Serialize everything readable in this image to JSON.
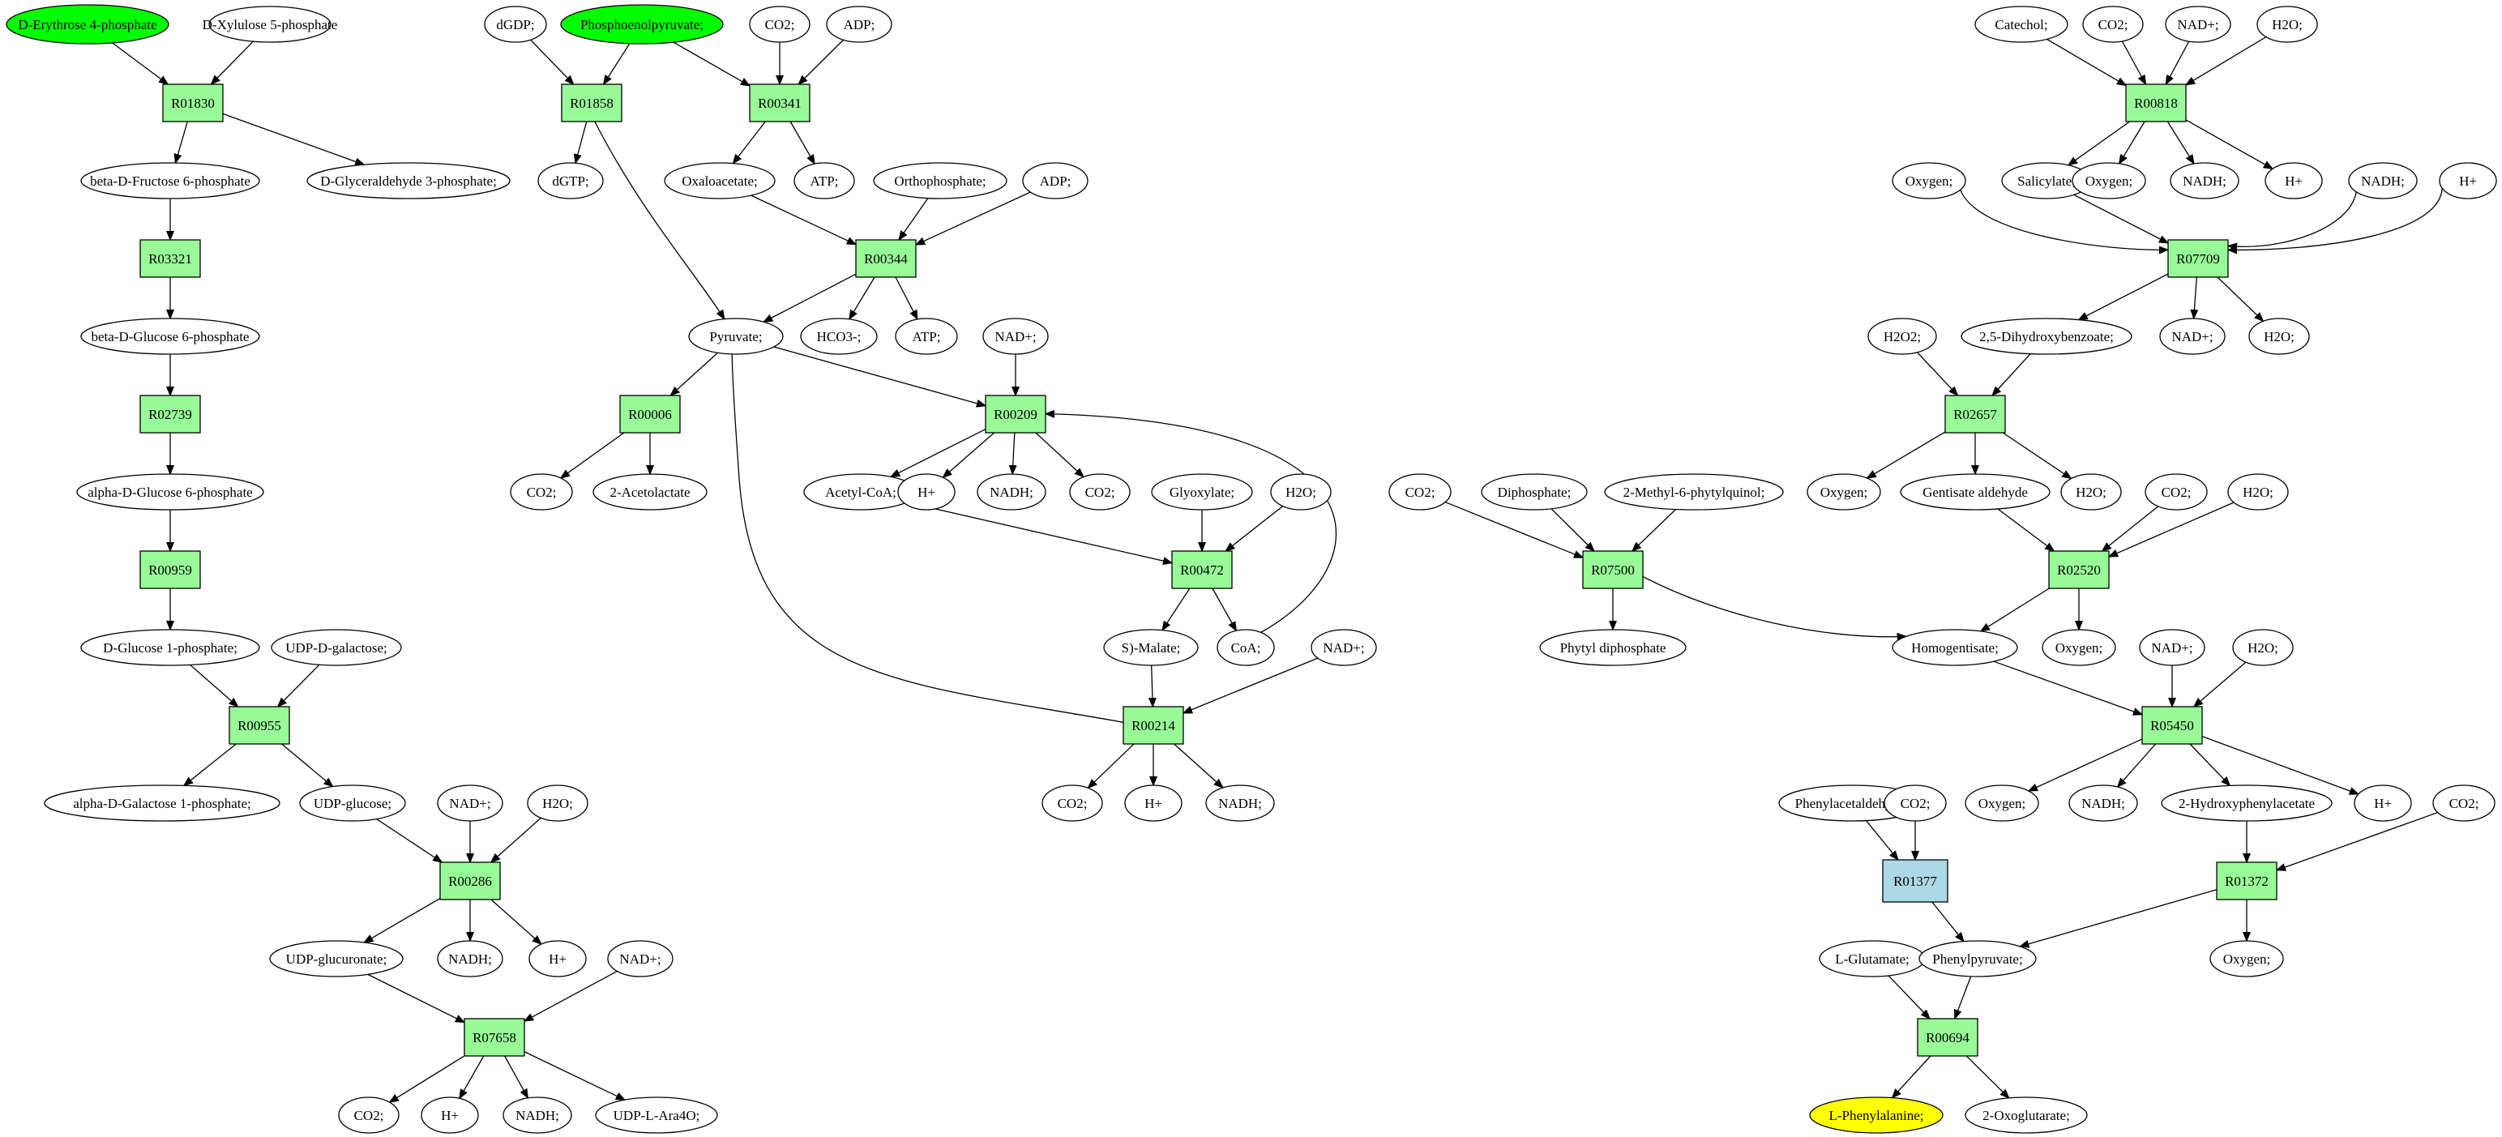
{
  "diagram": {
    "colors": {
      "reaction": "#98fb98",
      "reaction_alt": "#add8e6",
      "source": "#00ff00",
      "target": "#ffff00",
      "metabolite": "#ffffff"
    },
    "nodes": [
      {
        "id": "m_e4p",
        "label": "D-Erythrose 4-phosphate",
        "kind": "compound",
        "fill": "source"
      },
      {
        "id": "m_x5p",
        "label": "D-Xylulose 5-phosphate",
        "kind": "compound"
      },
      {
        "id": "r_R01830",
        "label": "R01830",
        "kind": "reaction"
      },
      {
        "id": "m_bfru6p",
        "label": "beta-D-Fructose 6-phosphate",
        "kind": "compound"
      },
      {
        "id": "m_gap",
        "label": "D-Glyceraldehyde 3-phosphate;",
        "kind": "compound"
      },
      {
        "id": "r_R03321",
        "label": "R03321",
        "kind": "reaction"
      },
      {
        "id": "m_bglc6p",
        "label": "beta-D-Glucose 6-phosphate",
        "kind": "compound"
      },
      {
        "id": "r_R02739",
        "label": "R02739",
        "kind": "reaction"
      },
      {
        "id": "m_aglc6p",
        "label": "alpha-D-Glucose 6-phosphate",
        "kind": "compound"
      },
      {
        "id": "r_R00959",
        "label": "R00959",
        "kind": "reaction"
      },
      {
        "id": "m_glc1p",
        "label": "D-Glucose 1-phosphate;",
        "kind": "compound"
      },
      {
        "id": "m_udpgal",
        "label": "UDP-D-galactose;",
        "kind": "compound"
      },
      {
        "id": "r_R00955",
        "label": "R00955",
        "kind": "reaction"
      },
      {
        "id": "m_agal1p",
        "label": "alpha-D-Galactose 1-phosphate;",
        "kind": "compound"
      },
      {
        "id": "m_udpglc",
        "label": "UDP-glucose;",
        "kind": "compound"
      },
      {
        "id": "m_nad_a",
        "label": "NAD+;",
        "kind": "compound"
      },
      {
        "id": "m_h2o_a",
        "label": "H2O;",
        "kind": "compound"
      },
      {
        "id": "r_R00286",
        "label": "R00286",
        "kind": "reaction"
      },
      {
        "id": "m_udpglcua",
        "label": "UDP-glucuronate;",
        "kind": "compound"
      },
      {
        "id": "m_nadh_a",
        "label": "NADH;",
        "kind": "compound"
      },
      {
        "id": "m_h_a",
        "label": "H+",
        "kind": "compound"
      },
      {
        "id": "m_nad_b",
        "label": "NAD+;",
        "kind": "compound"
      },
      {
        "id": "r_R07658",
        "label": "R07658",
        "kind": "reaction"
      },
      {
        "id": "m_co2_a",
        "label": "CO2;",
        "kind": "compound"
      },
      {
        "id": "m_h_b",
        "label": "H+",
        "kind": "compound"
      },
      {
        "id": "m_nadh_b",
        "label": "NADH;",
        "kind": "compound"
      },
      {
        "id": "m_udpara",
        "label": "UDP-L-Ara4O;",
        "kind": "compound"
      },
      {
        "id": "m_dgdp",
        "label": "dGDP;",
        "kind": "compound"
      },
      {
        "id": "m_pep",
        "label": "Phosphoenolpyruvate;",
        "kind": "compound",
        "fill": "source"
      },
      {
        "id": "m_co2_b",
        "label": "CO2;",
        "kind": "compound"
      },
      {
        "id": "m_adp_a",
        "label": "ADP;",
        "kind": "compound"
      },
      {
        "id": "r_R01858",
        "label": "R01858",
        "kind": "reaction"
      },
      {
        "id": "r_R00341",
        "label": "R00341",
        "kind": "reaction"
      },
      {
        "id": "m_dgtp",
        "label": "dGTP;",
        "kind": "compound"
      },
      {
        "id": "m_oaa",
        "label": "Oxaloacetate;",
        "kind": "compound"
      },
      {
        "id": "m_atp_a",
        "label": "ATP;",
        "kind": "compound"
      },
      {
        "id": "m_pi",
        "label": "Orthophosphate;",
        "kind": "compound"
      },
      {
        "id": "m_adp_b",
        "label": "ADP;",
        "kind": "compound"
      },
      {
        "id": "r_R00344",
        "label": "R00344",
        "kind": "reaction"
      },
      {
        "id": "m_pyr",
        "label": "Pyruvate;",
        "kind": "compound"
      },
      {
        "id": "m_hco3",
        "label": "HCO3-;",
        "kind": "compound"
      },
      {
        "id": "m_atp_b",
        "label": "ATP;",
        "kind": "compound"
      },
      {
        "id": "m_nad_c",
        "label": "NAD+;",
        "kind": "compound"
      },
      {
        "id": "r_R00006",
        "label": "R00006",
        "kind": "reaction"
      },
      {
        "id": "r_R00209",
        "label": "R00209",
        "kind": "reaction"
      },
      {
        "id": "m_co2_c",
        "label": "CO2;",
        "kind": "compound"
      },
      {
        "id": "m_acetolac",
        "label": "2-Acetolactate",
        "kind": "compound"
      },
      {
        "id": "m_accoa",
        "label": "Acetyl-CoA;",
        "kind": "compound"
      },
      {
        "id": "m_h_c",
        "label": "H+",
        "kind": "compound"
      },
      {
        "id": "m_nadh_c",
        "label": "NADH;",
        "kind": "compound"
      },
      {
        "id": "m_co2_d",
        "label": "CO2;",
        "kind": "compound"
      },
      {
        "id": "m_glyox",
        "label": "Glyoxylate;",
        "kind": "compound"
      },
      {
        "id": "m_h2o_b",
        "label": "H2O;",
        "kind": "compound"
      },
      {
        "id": "r_R00472",
        "label": "R00472",
        "kind": "reaction"
      },
      {
        "id": "m_smal",
        "label": "S)-Malate;",
        "kind": "compound"
      },
      {
        "id": "m_coa",
        "label": "CoA;",
        "kind": "compound"
      },
      {
        "id": "m_nad_d",
        "label": "NAD+;",
        "kind": "compound"
      },
      {
        "id": "r_R00214",
        "label": "R00214",
        "kind": "reaction"
      },
      {
        "id": "m_co2_e",
        "label": "CO2;",
        "kind": "compound"
      },
      {
        "id": "m_h_d",
        "label": "H+",
        "kind": "compound"
      },
      {
        "id": "m_nadh_d",
        "label": "NADH;",
        "kind": "compound"
      },
      {
        "id": "m_co2_f",
        "label": "CO2;",
        "kind": "compound"
      },
      {
        "id": "m_ppi",
        "label": "Diphosphate;",
        "kind": "compound"
      },
      {
        "id": "m_mpq",
        "label": "2-Methyl-6-phytylquinol;",
        "kind": "compound"
      },
      {
        "id": "r_R07500",
        "label": "R07500",
        "kind": "reaction"
      },
      {
        "id": "m_phytpp",
        "label": "Phytyl diphosphate",
        "kind": "compound"
      },
      {
        "id": "m_catechol",
        "label": "Catechol;",
        "kind": "compound"
      },
      {
        "id": "m_co2_g",
        "label": "CO2;",
        "kind": "compound"
      },
      {
        "id": "m_nad_e",
        "label": "NAD+;",
        "kind": "compound"
      },
      {
        "id": "m_h2o_c",
        "label": "H2O;",
        "kind": "compound"
      },
      {
        "id": "r_R00818",
        "label": "R00818",
        "kind": "reaction"
      },
      {
        "id": "m_o2_a",
        "label": "Oxygen;",
        "kind": "compound"
      },
      {
        "id": "m_sal",
        "label": "Salicylate;",
        "kind": "compound"
      },
      {
        "id": "m_o2_b",
        "label": "Oxygen;",
        "kind": "compound"
      },
      {
        "id": "m_nadh_e",
        "label": "NADH;",
        "kind": "compound"
      },
      {
        "id": "m_h_e",
        "label": "H+",
        "kind": "compound"
      },
      {
        "id": "m_nadh_f",
        "label": "NADH;",
        "kind": "compound"
      },
      {
        "id": "m_h_f",
        "label": "H+",
        "kind": "compound"
      },
      {
        "id": "r_R07709",
        "label": "R07709",
        "kind": "reaction"
      },
      {
        "id": "m_h2o2",
        "label": "H2O2;",
        "kind": "compound"
      },
      {
        "id": "m_dhb",
        "label": "2,5-Dihydroxybenzoate;",
        "kind": "compound"
      },
      {
        "id": "m_nad_f",
        "label": "NAD+;",
        "kind": "compound"
      },
      {
        "id": "m_h2o_d",
        "label": "H2O;",
        "kind": "compound"
      },
      {
        "id": "r_R02657",
        "label": "R02657",
        "kind": "reaction"
      },
      {
        "id": "m_o2_c",
        "label": "Oxygen;",
        "kind": "compound"
      },
      {
        "id": "m_gentald",
        "label": "Gentisate aldehyde",
        "kind": "compound"
      },
      {
        "id": "m_h2o_e",
        "label": "H2O;",
        "kind": "compound"
      },
      {
        "id": "m_co2_h",
        "label": "CO2;",
        "kind": "compound"
      },
      {
        "id": "m_h2o_f",
        "label": "H2O;",
        "kind": "compound"
      },
      {
        "id": "r_R02520",
        "label": "R02520",
        "kind": "reaction"
      },
      {
        "id": "m_hga",
        "label": "Homogentisate;",
        "kind": "compound"
      },
      {
        "id": "m_o2_d",
        "label": "Oxygen;",
        "kind": "compound"
      },
      {
        "id": "m_nad_g",
        "label": "NAD+;",
        "kind": "compound"
      },
      {
        "id": "m_h2o_g",
        "label": "H2O;",
        "kind": "compound"
      },
      {
        "id": "r_R05450",
        "label": "R05450",
        "kind": "reaction"
      },
      {
        "id": "m_o2_e",
        "label": "Oxygen;",
        "kind": "compound"
      },
      {
        "id": "m_nadh_g",
        "label": "NADH;",
        "kind": "compound"
      },
      {
        "id": "m_2hpa",
        "label": "2-Hydroxyphenylacetate",
        "kind": "compound"
      },
      {
        "id": "m_h_g",
        "label": "H+",
        "kind": "compound"
      },
      {
        "id": "m_phald",
        "label": "Phenylacetaldehyde;",
        "kind": "compound"
      },
      {
        "id": "m_co2_i",
        "label": "CO2;",
        "kind": "compound"
      },
      {
        "id": "m_co2_j",
        "label": "CO2;",
        "kind": "compound"
      },
      {
        "id": "r_R01377",
        "label": "R01377",
        "kind": "reaction",
        "fill": "reaction_alt"
      },
      {
        "id": "r_R01372",
        "label": "R01372",
        "kind": "reaction"
      },
      {
        "id": "m_lglu",
        "label": "L-Glutamate;",
        "kind": "compound"
      },
      {
        "id": "m_phpyr",
        "label": "Phenylpyruvate;",
        "kind": "compound"
      },
      {
        "id": "m_o2_f",
        "label": "Oxygen;",
        "kind": "compound"
      },
      {
        "id": "r_R00694",
        "label": "R00694",
        "kind": "reaction"
      },
      {
        "id": "m_lphe",
        "label": "L-Phenylalanine;",
        "kind": "compound",
        "fill": "target"
      },
      {
        "id": "m_2og",
        "label": "2-Oxoglutarate;",
        "kind": "compound"
      }
    ],
    "edges": [
      [
        "m_e4p",
        "r_R01830"
      ],
      [
        "m_x5p",
        "r_R01830"
      ],
      [
        "r_R01830",
        "m_bfru6p"
      ],
      [
        "r_R01830",
        "m_gap"
      ],
      [
        "m_bfru6p",
        "r_R03321"
      ],
      [
        "r_R03321",
        "m_bglc6p"
      ],
      [
        "m_bglc6p",
        "r_R02739"
      ],
      [
        "r_R02739",
        "m_aglc6p"
      ],
      [
        "m_aglc6p",
        "r_R00959"
      ],
      [
        "r_R00959",
        "m_glc1p"
      ],
      [
        "m_glc1p",
        "r_R00955"
      ],
      [
        "m_udpgal",
        "r_R00955"
      ],
      [
        "r_R00955",
        "m_agal1p"
      ],
      [
        "r_R00955",
        "m_udpglc"
      ],
      [
        "m_udpglc",
        "r_R00286"
      ],
      [
        "m_nad_a",
        "r_R00286"
      ],
      [
        "m_h2o_a",
        "r_R00286"
      ],
      [
        "r_R00286",
        "m_udpglcua"
      ],
      [
        "r_R00286",
        "m_nadh_a"
      ],
      [
        "r_R00286",
        "m_h_a"
      ],
      [
        "m_udpglcua",
        "r_R07658"
      ],
      [
        "m_nad_b",
        "r_R07658"
      ],
      [
        "r_R07658",
        "m_co2_a"
      ],
      [
        "r_R07658",
        "m_h_b"
      ],
      [
        "r_R07658",
        "m_nadh_b"
      ],
      [
        "r_R07658",
        "m_udpara"
      ],
      [
        "m_dgdp",
        "r_R01858"
      ],
      [
        "m_pep",
        "r_R01858"
      ],
      [
        "m_pep",
        "r_R00341"
      ],
      [
        "m_co2_b",
        "r_R00341"
      ],
      [
        "m_adp_a",
        "r_R00341"
      ],
      [
        "r_R01858",
        "m_dgtp"
      ],
      [
        "r_R01858",
        "m_pyr"
      ],
      [
        "r_R00341",
        "m_oaa"
      ],
      [
        "r_R00341",
        "m_atp_a"
      ],
      [
        "m_oaa",
        "r_R00344"
      ],
      [
        "m_pi",
        "r_R00344"
      ],
      [
        "m_adp_b",
        "r_R00344"
      ],
      [
        "r_R00344",
        "m_pyr"
      ],
      [
        "r_R00344",
        "m_hco3"
      ],
      [
        "r_R00344",
        "m_atp_b"
      ],
      [
        "m_pyr",
        "r_R00006"
      ],
      [
        "m_pyr",
        "r_R00209"
      ],
      [
        "m_nad_c",
        "r_R00209"
      ],
      [
        "r_R00006",
        "m_co2_c"
      ],
      [
        "r_R00006",
        "m_acetolac"
      ],
      [
        "r_R00209",
        "m_accoa"
      ],
      [
        "r_R00209",
        "m_h_c"
      ],
      [
        "r_R00209",
        "m_nadh_c"
      ],
      [
        "r_R00209",
        "m_co2_d"
      ],
      [
        "m_accoa",
        "r_R00472"
      ],
      [
        "m_glyox",
        "r_R00472"
      ],
      [
        "m_h2o_b",
        "r_R00472"
      ],
      [
        "r_R00472",
        "m_smal"
      ],
      [
        "r_R00472",
        "m_coa"
      ],
      [
        "m_coa",
        "r_R00209"
      ],
      [
        "m_smal",
        "r_R00214"
      ],
      [
        "m_nad_d",
        "r_R00214"
      ],
      [
        "r_R00214",
        "m_pyr"
      ],
      [
        "r_R00214",
        "m_co2_e"
      ],
      [
        "r_R00214",
        "m_h_d"
      ],
      [
        "r_R00214",
        "m_nadh_d"
      ],
      [
        "m_co2_f",
        "r_R07500"
      ],
      [
        "m_ppi",
        "r_R07500"
      ],
      [
        "m_mpq",
        "r_R07500"
      ],
      [
        "r_R07500",
        "m_phytpp"
      ],
      [
        "r_R07500",
        "m_hga"
      ],
      [
        "m_catechol",
        "r_R00818"
      ],
      [
        "m_co2_g",
        "r_R00818"
      ],
      [
        "m_nad_e",
        "r_R00818"
      ],
      [
        "m_h2o_c",
        "r_R00818"
      ],
      [
        "r_R00818",
        "m_sal"
      ],
      [
        "r_R00818",
        "m_o2_b"
      ],
      [
        "r_R00818",
        "m_nadh_e"
      ],
      [
        "r_R00818",
        "m_h_e"
      ],
      [
        "m_o2_a",
        "r_R07709"
      ],
      [
        "m_sal",
        "r_R07709"
      ],
      [
        "m_nadh_f",
        "r_R07709"
      ],
      [
        "m_h_f",
        "r_R07709"
      ],
      [
        "r_R07709",
        "m_dhb"
      ],
      [
        "r_R07709",
        "m_nad_f"
      ],
      [
        "r_R07709",
        "m_h2o_d"
      ],
      [
        "m_h2o2",
        "r_R02657"
      ],
      [
        "m_dhb",
        "r_R02657"
      ],
      [
        "r_R02657",
        "m_o2_c"
      ],
      [
        "r_R02657",
        "m_gentald"
      ],
      [
        "r_R02657",
        "m_h2o_e"
      ],
      [
        "m_gentald",
        "r_R02520"
      ],
      [
        "m_co2_h",
        "r_R02520"
      ],
      [
        "m_h2o_f",
        "r_R02520"
      ],
      [
        "r_R02520",
        "m_hga"
      ],
      [
        "r_R02520",
        "m_o2_d"
      ],
      [
        "m_hga",
        "r_R05450"
      ],
      [
        "m_nad_g",
        "r_R05450"
      ],
      [
        "m_h2o_g",
        "r_R05450"
      ],
      [
        "r_R05450",
        "m_o2_e"
      ],
      [
        "r_R05450",
        "m_nadh_g"
      ],
      [
        "r_R05450",
        "m_2hpa"
      ],
      [
        "r_R05450",
        "m_h_g"
      ],
      [
        "m_phald",
        "r_R01377"
      ],
      [
        "m_co2_i",
        "r_R01377"
      ],
      [
        "m_2hpa",
        "r_R01372"
      ],
      [
        "m_co2_j",
        "r_R01372"
      ],
      [
        "r_R01377",
        "m_phpyr"
      ],
      [
        "r_R01372",
        "m_phpyr"
      ],
      [
        "r_R01372",
        "m_o2_f"
      ],
      [
        "m_lglu",
        "r_R00694"
      ],
      [
        "m_phpyr",
        "r_R00694"
      ],
      [
        "r_R00694",
        "m_lphe"
      ],
      [
        "r_R00694",
        "m_2og"
      ]
    ]
  }
}
